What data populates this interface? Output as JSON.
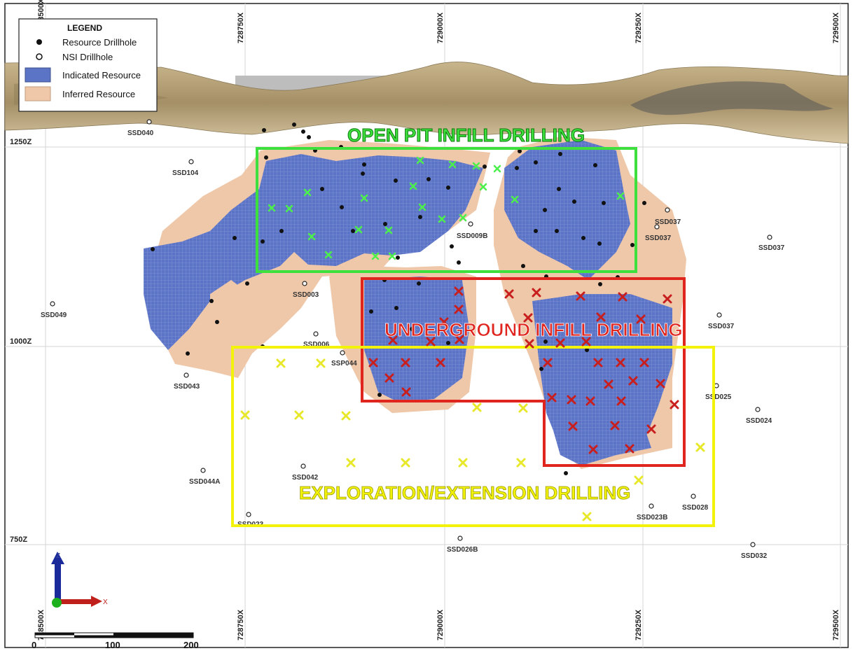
{
  "legend": {
    "title": "LEGEND",
    "items": [
      {
        "label": "Resource Drillhole",
        "symbol": "filled-dot"
      },
      {
        "label": "NSI Drillhole",
        "symbol": "open-dot"
      },
      {
        "label": "Indicated Resource",
        "color": "#5b74c6"
      },
      {
        "label": "Inferred Resource",
        "color": "#efc8aa"
      }
    ]
  },
  "easting_labels": [
    "728500X",
    "728750X",
    "729000X",
    "729250X",
    "729500X"
  ],
  "elevation_labels": [
    "1250Z",
    "1000Z",
    "750Z"
  ],
  "zones": {
    "open_pit": {
      "label": "OPEN PIT INFILL DRILLING",
      "color": "#3ee03e"
    },
    "underground": {
      "label": "UNDERGROUND INFILL DRILLING",
      "color": "#e0251f"
    },
    "exploration": {
      "label": "EXPLORATION/EXTENSION DRILLING",
      "color": "#f2f20a"
    }
  },
  "drillholes": [
    "SSD040",
    "SSD104",
    "SSD009B",
    "SSD037",
    "SSD037",
    "SSD037",
    "SSD003",
    "SSD049",
    "SSD037",
    "SSD006",
    "SSP044",
    "SSD043",
    "SSD025",
    "SSD024",
    "SSD044A",
    "SSD042",
    "SSD028",
    "SSD023B",
    "SSD023",
    "SSD026B",
    "SSD032"
  ],
  "axes": {
    "z": "Z",
    "x": "X"
  },
  "scale_bar": {
    "labels": [
      "0",
      "100",
      "200"
    ]
  }
}
